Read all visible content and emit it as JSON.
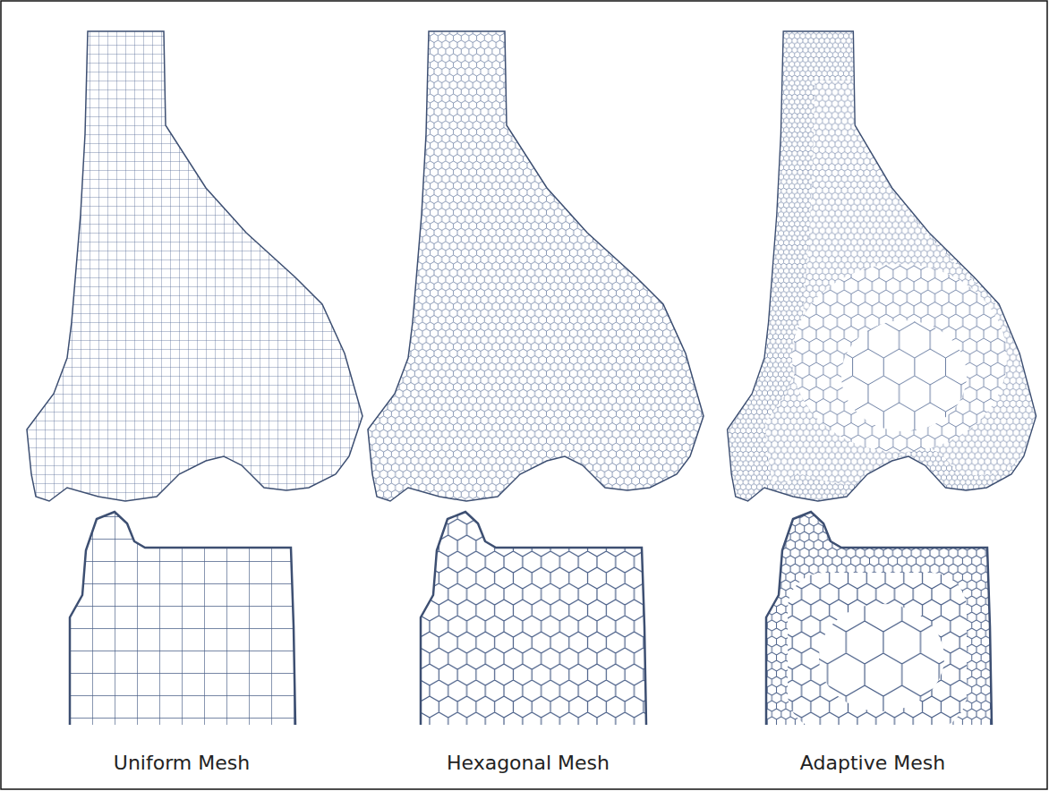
{
  "diagram": {
    "labels": [
      "Uniform Mesh",
      "Hexagonal Mesh",
      "Adaptive Mesh"
    ]
  }
}
